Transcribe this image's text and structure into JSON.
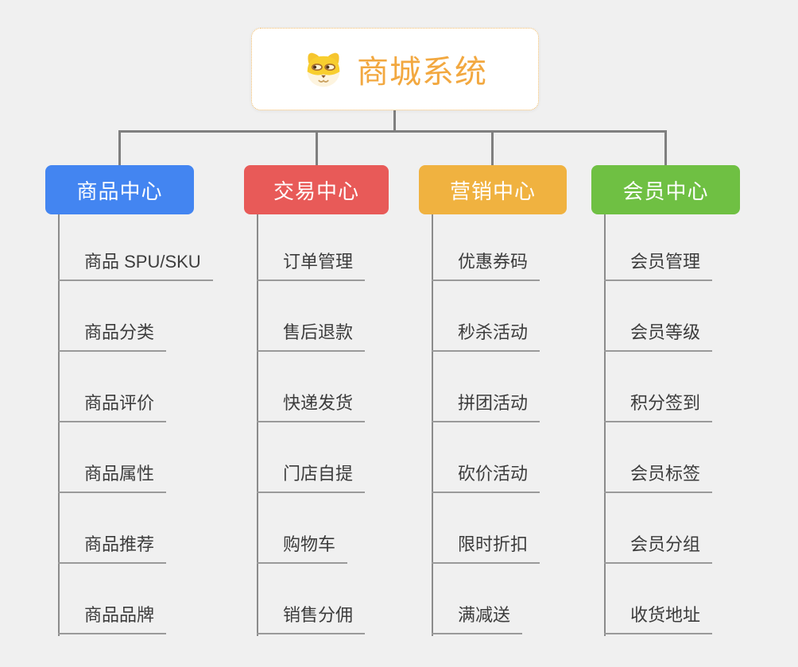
{
  "page": {
    "background": "#F0F0F0",
    "connector_color": "#7F7F7F"
  },
  "root": {
    "title": "商城系统",
    "icon": "dog-face-icon",
    "text_color": "#F2A840",
    "border_color": "#F2BB66"
  },
  "branches": [
    {
      "label": "商品中心",
      "color": "#4385F1",
      "items": [
        "商品 SPU/SKU",
        "商品分类",
        "商品评价",
        "商品属性",
        "商品推荐",
        "商品品牌"
      ]
    },
    {
      "label": "交易中心",
      "color": "#E85A58",
      "items": [
        "订单管理",
        "售后退款",
        "快递发货",
        "门店自提",
        "购物车",
        "销售分佣"
      ]
    },
    {
      "label": "营销中心",
      "color": "#F0B240",
      "items": [
        "优惠券码",
        "秒杀活动",
        "拼团活动",
        "砍价活动",
        "限时折扣",
        "满减送"
      ]
    },
    {
      "label": "会员中心",
      "color": "#6FC043",
      "items": [
        "会员管理",
        "会员等级",
        "积分签到",
        "会员标签",
        "会员分组",
        "收货地址"
      ]
    }
  ]
}
